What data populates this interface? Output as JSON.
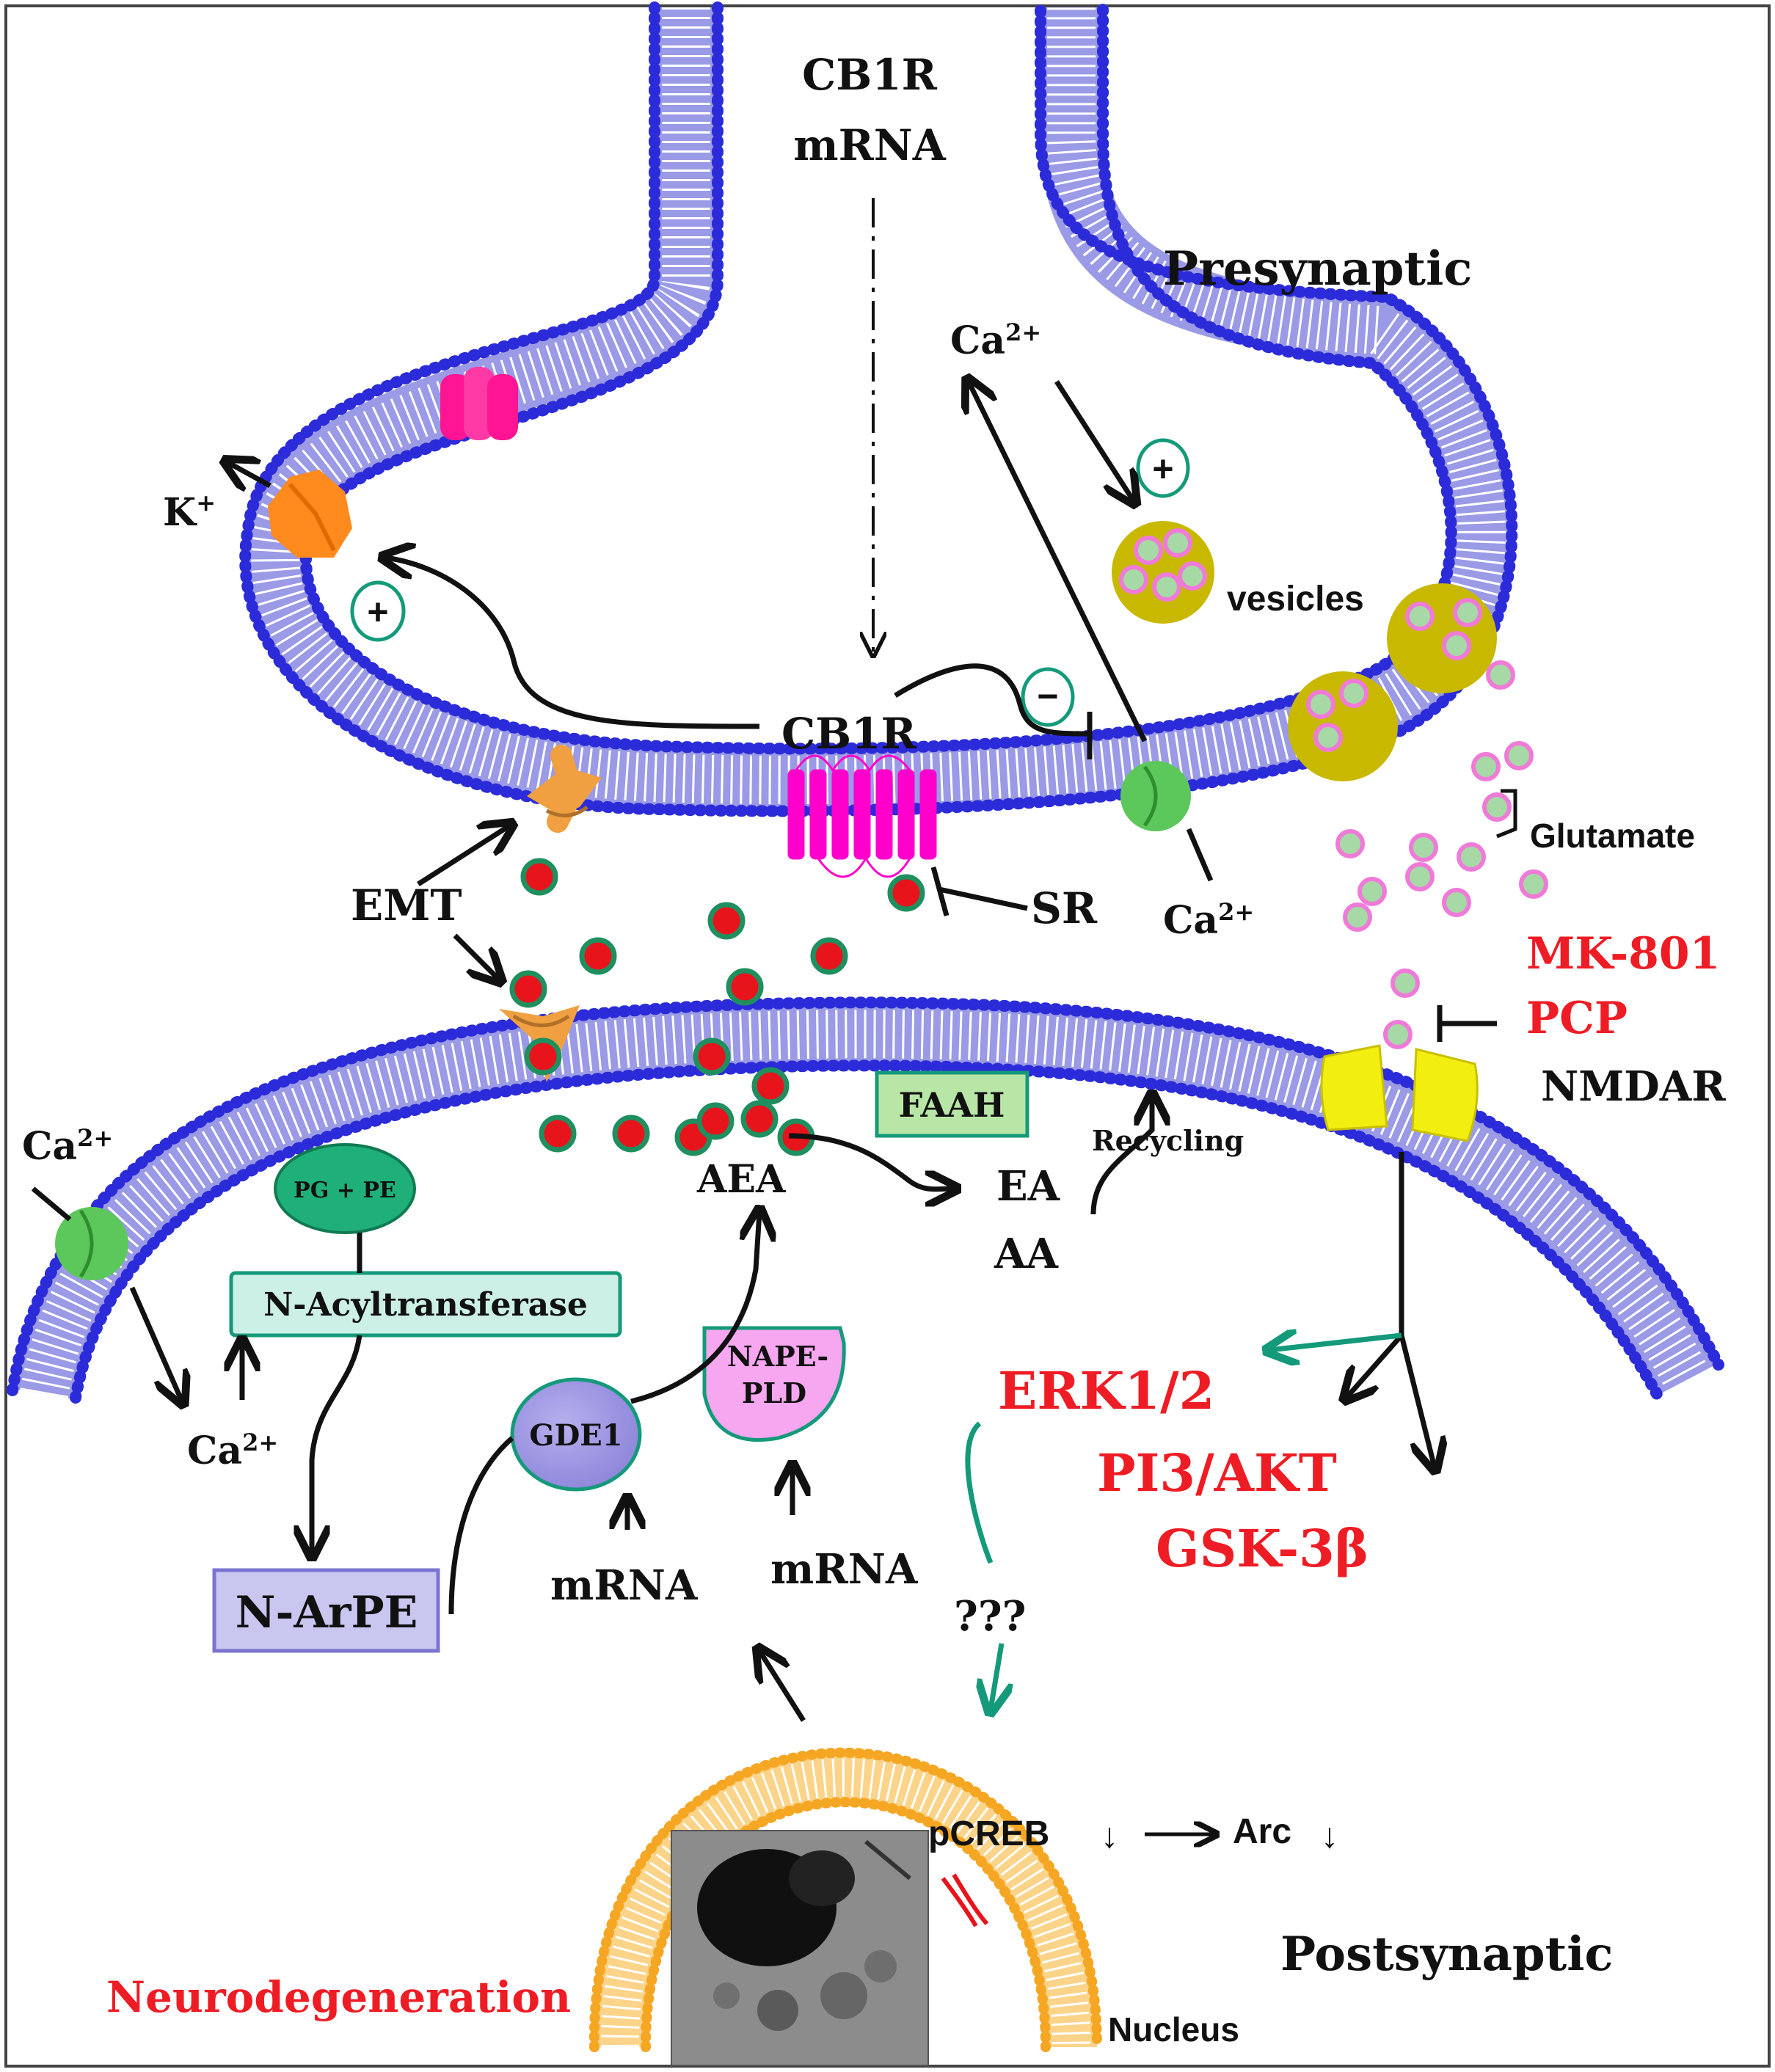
{
  "labels": {
    "cb1r_mrna_line1": "CB1R",
    "cb1r_mrna_line2": "mRNA",
    "presynaptic": "Presynaptic",
    "postsynaptic": "Postsynaptic",
    "k_ion": "K",
    "k_sup": "+",
    "ca_base": "Ca",
    "ca_sup": "2+",
    "vesicles": "vesicles",
    "glutamate": "Glutamate",
    "cb1r": "CB1R",
    "emt": "EMT",
    "sr": "SR",
    "mk801": "MK-801",
    "pcp": "PCP",
    "nmdar": "NMDAR",
    "faah": "FAAH",
    "recycling": "Recycling",
    "aea": "AEA",
    "ea": "EA",
    "aa": "AA",
    "pg_pe": "PG + PE",
    "n_acyltransferase": "N-Acyltransferase",
    "n_arpe": "N-ArPE",
    "gde1": "GDE1",
    "nape_line1": "NAPE-",
    "nape_line2": "PLD",
    "mrna": "mRNA",
    "erk": "ERK1/2",
    "pi3akt": "PI3/AKT",
    "gsk": "GSK-3β",
    "unknown": "???",
    "pcreb": "pCREB",
    "arc": "Arc",
    "down_arrow": "↓",
    "neurodegeneration": "Neurodegeneration",
    "nucleus": "Nucleus",
    "plus": "+",
    "minus": "−"
  },
  "colors": {
    "membrane_head": "#2b2bd9",
    "membrane_tail": "#9a9ae6",
    "nucleus_membrane": "#f5a623",
    "anandamide": "#e8141c",
    "anandamide_ring": "#1f8f5f",
    "vesicle": "#c9b800",
    "glutamate_dot": "#a6d9a6",
    "glutamate_ring": "#f07ad8",
    "teal": "#149a7a",
    "cb1r": "#ff00cc",
    "red_text": "#ee1c24",
    "nmdar": "#f2ee10",
    "k_channel": "#ff8a1e",
    "pink_channel": "#ff1493",
    "emt": "#f0a040",
    "ca_channel": "#5cc85c"
  }
}
